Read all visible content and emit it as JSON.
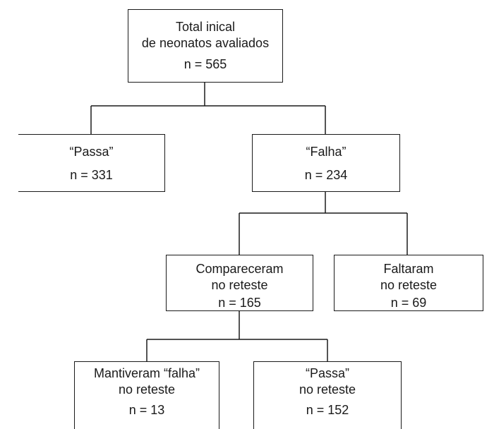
{
  "nodes": {
    "root": {
      "label": [
        "Total inical",
        "de neonatos avaliados"
      ],
      "count": "n = 565"
    },
    "passa": {
      "label": [
        "“Passa”"
      ],
      "count": "n = 331"
    },
    "falha": {
      "label": [
        "“Falha”"
      ],
      "count": "n = 234"
    },
    "compareceram": {
      "label": [
        "Compareceram",
        "no reteste"
      ],
      "count": "n = 165"
    },
    "faltaram": {
      "label": [
        "Faltaram",
        "no reteste"
      ],
      "count": "n = 69"
    },
    "mantiveram": {
      "label": [
        "Mantiveram “falha”",
        "no reteste"
      ],
      "count": "n = 13"
    },
    "passa_reteste": {
      "label": [
        "“Passa”",
        "no reteste"
      ],
      "count": "n = 152"
    }
  }
}
